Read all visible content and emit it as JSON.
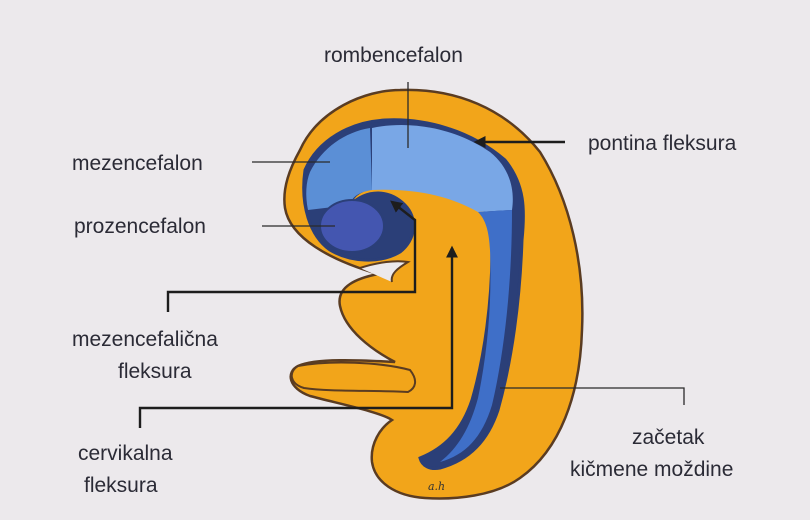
{
  "figure": {
    "labels": {
      "rombencefalon": "rombencefalon",
      "mezencefalon": "mezencefalon",
      "prozencefalon": "prozencefalon",
      "pontina": "pontina fleksura",
      "mezFleks_line1": "mezencefalična",
      "mezFleks_line2": "fleksura",
      "cervikalna_line1": "cervikalna",
      "cervikalna_line2": "fleksura",
      "zacetak_line1": "začetak",
      "zacetak_line2": "kičmene moždine"
    },
    "signature": "a.h",
    "colors": {
      "background": "#ece9ec",
      "embryo_tissue": "#f2a51a",
      "tissue_edge": "#5a3c22",
      "mezencefalon": "#5b8fd6",
      "rombencefalon": "#79a7e6",
      "prozencefalon": "#4456b0",
      "spinal_cord": "#3f6fc8"
    }
  }
}
